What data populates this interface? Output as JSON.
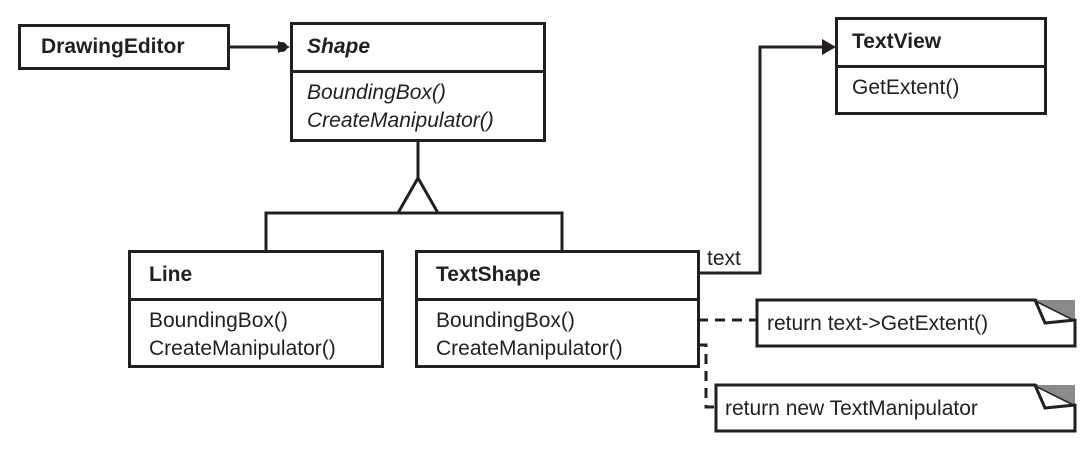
{
  "classes": {
    "drawing_editor": {
      "name": "DrawingEditor"
    },
    "shape": {
      "name": "Shape",
      "ops": [
        "BoundingBox()",
        "CreateManipulator()"
      ]
    },
    "text_view": {
      "name": "TextView",
      "ops": [
        "GetExtent()"
      ]
    },
    "line": {
      "name": "Line",
      "ops": [
        "BoundingBox()",
        "CreateManipulator()"
      ]
    },
    "text_shape": {
      "name": "TextShape",
      "ops": [
        "BoundingBox()",
        "CreateManipulator()"
      ]
    }
  },
  "association_label": "text",
  "notes": {
    "bounding_box_note": "return text->GetExtent()",
    "manipulator_note": "return new TextManipulator"
  },
  "colors": {
    "line": "#231f20",
    "note_fold": "#8a8a8a",
    "background": "#ffffff"
  }
}
